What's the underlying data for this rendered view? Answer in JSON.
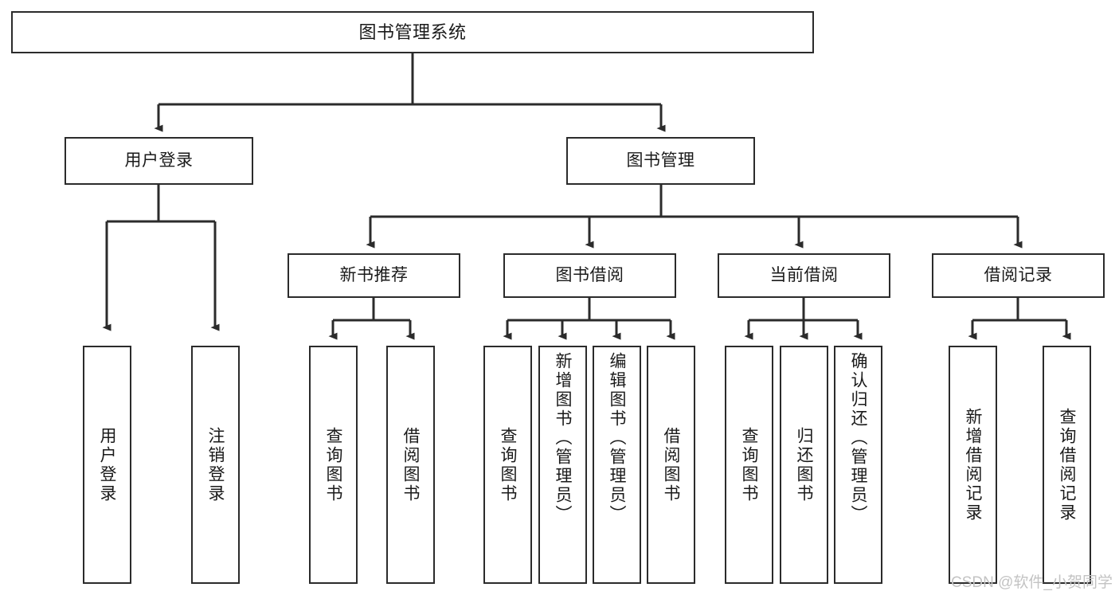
{
  "diagram": {
    "title": "图书管理系统",
    "type": "tree-hierarchy",
    "watermark": "CSDN @软件_小贺同学",
    "colors": {
      "background": "#ffffff",
      "border": "#2b2b2b",
      "text": "#1a1a1a",
      "edge": "#2b2b2b",
      "watermark": "#c3c3c3"
    },
    "levels": {
      "root": {
        "label": "图书管理系统"
      },
      "level2": [
        {
          "id": "user-login",
          "label": "用户登录"
        },
        {
          "id": "book-manage",
          "label": "图书管理"
        }
      ],
      "level3": [
        {
          "id": "new-book-recommend",
          "label": "新书推荐",
          "parent": "book-manage"
        },
        {
          "id": "book-borrow",
          "label": "图书借阅",
          "parent": "book-manage"
        },
        {
          "id": "current-borrow",
          "label": "当前借阅",
          "parent": "book-manage"
        },
        {
          "id": "borrow-record",
          "label": "借阅记录",
          "parent": "book-manage"
        }
      ],
      "leaves": [
        {
          "id": "leaf-user-login",
          "label": "用户登录",
          "parent": "user-login"
        },
        {
          "id": "leaf-logout",
          "label": "注销登录",
          "parent": "user-login"
        },
        {
          "id": "leaf-query-book-1",
          "label": "查询图书",
          "parent": "new-book-recommend"
        },
        {
          "id": "leaf-borrow-book-1",
          "label": "借阅图书",
          "parent": "new-book-recommend"
        },
        {
          "id": "leaf-query-book-2",
          "label": "查询图书",
          "parent": "book-borrow"
        },
        {
          "id": "leaf-add-book",
          "label": "新增图书（管理员）",
          "parent": "book-borrow"
        },
        {
          "id": "leaf-edit-book",
          "label": "编辑图书（管理员）",
          "parent": "book-borrow"
        },
        {
          "id": "leaf-borrow-book-2",
          "label": "借阅图书",
          "parent": "book-borrow"
        },
        {
          "id": "leaf-query-book-3",
          "label": "查询图书",
          "parent": "current-borrow"
        },
        {
          "id": "leaf-return-book",
          "label": "归还图书",
          "parent": "current-borrow"
        },
        {
          "id": "leaf-confirm-return",
          "label": "确认归还（管理员）",
          "parent": "current-borrow"
        },
        {
          "id": "leaf-add-record",
          "label": "新增借阅记录",
          "parent": "borrow-record"
        },
        {
          "id": "leaf-query-record",
          "label": "查询借阅记录",
          "parent": "borrow-record"
        }
      ]
    }
  }
}
